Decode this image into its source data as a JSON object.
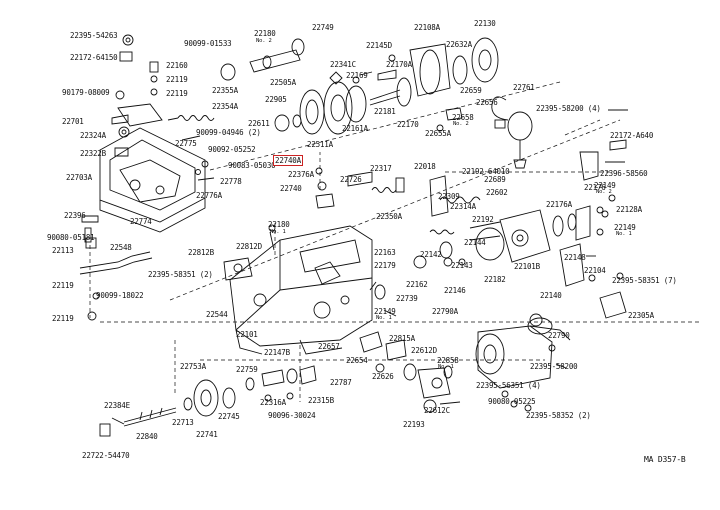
{
  "diagram": {
    "code": "MA D357-B",
    "highlighted": "22740A",
    "labels": [
      {
        "id": "l1",
        "text": "22395-54263"
      },
      {
        "id": "l2",
        "text": "22172-64150"
      },
      {
        "id": "l3",
        "text": "90179-08009"
      },
      {
        "id": "l4",
        "text": "22701"
      },
      {
        "id": "l5",
        "text": "22324A"
      },
      {
        "id": "l6",
        "text": "22322B"
      },
      {
        "id": "l7",
        "text": "22703A"
      },
      {
        "id": "l8",
        "text": "22396"
      },
      {
        "id": "l9",
        "text": "22774"
      },
      {
        "id": "l10",
        "text": "22160"
      },
      {
        "id": "l11",
        "text": "22119"
      },
      {
        "id": "l12",
        "text": "22119"
      },
      {
        "id": "l13",
        "text": "22355A"
      },
      {
        "id": "l14",
        "text": "22354A"
      },
      {
        "id": "l15",
        "text": "90099-01533"
      },
      {
        "id": "l16",
        "text": "22180"
      },
      {
        "id": "l16s",
        "text": "No. 2"
      },
      {
        "id": "l17",
        "text": "22749"
      },
      {
        "id": "l18",
        "text": "90099-04946 (2)"
      },
      {
        "id": "l19",
        "text": "22775"
      },
      {
        "id": "l20",
        "text": "90092-05252"
      },
      {
        "id": "l21",
        "text": "90083-05030"
      },
      {
        "id": "l22",
        "text": "22778"
      },
      {
        "id": "l23",
        "text": "22776A"
      },
      {
        "id": "l24",
        "text": "22505A"
      },
      {
        "id": "l25",
        "text": "22341C"
      },
      {
        "id": "l26",
        "text": "22169"
      },
      {
        "id": "l27",
        "text": "22905"
      },
      {
        "id": "l28",
        "text": "22611"
      },
      {
        "id": "l29",
        "text": "22511A"
      },
      {
        "id": "l30",
        "text": "22161A"
      },
      {
        "id": "l31",
        "text": "22740A"
      },
      {
        "id": "l32",
        "text": "22376A"
      },
      {
        "id": "l33",
        "text": "22740"
      },
      {
        "id": "l34",
        "text": "22317"
      },
      {
        "id": "l35",
        "text": "22726"
      },
      {
        "id": "l36",
        "text": "22145D"
      },
      {
        "id": "l37",
        "text": "22170A"
      },
      {
        "id": "l38",
        "text": "22108A"
      },
      {
        "id": "l39",
        "text": "22632A"
      },
      {
        "id": "l40",
        "text": "22130"
      },
      {
        "id": "l41",
        "text": "22659"
      },
      {
        "id": "l42",
        "text": "22181"
      },
      {
        "id": "l43",
        "text": "22170"
      },
      {
        "id": "l44",
        "text": "22655A"
      },
      {
        "id": "l45",
        "text": "22656"
      },
      {
        "id": "l46",
        "text": "22761"
      },
      {
        "id": "l47",
        "text": "22395-58200 (4)"
      },
      {
        "id": "l48",
        "text": "22172-A640"
      },
      {
        "id": "l49",
        "text": "22658"
      },
      {
        "id": "l49s",
        "text": "No. 2"
      },
      {
        "id": "l50",
        "text": "22018"
      },
      {
        "id": "l51",
        "text": "22192-64010"
      },
      {
        "id": "l52",
        "text": "22689"
      },
      {
        "id": "l53",
        "text": "22602"
      },
      {
        "id": "l54",
        "text": "22314A"
      },
      {
        "id": "l55",
        "text": "22350A"
      },
      {
        "id": "l56",
        "text": "22309"
      },
      {
        "id": "l57",
        "text": "22192"
      },
      {
        "id": "l58",
        "text": "22176A"
      },
      {
        "id": "l59",
        "text": "22176"
      },
      {
        "id": "l60",
        "text": "22149"
      },
      {
        "id": "l60s",
        "text": "No. 2"
      },
      {
        "id": "l61",
        "text": "22396-58560"
      },
      {
        "id": "l62",
        "text": "22128A"
      },
      {
        "id": "l63",
        "text": "22149"
      },
      {
        "id": "l63s",
        "text": "No. 1"
      },
      {
        "id": "l64",
        "text": "90080-05181"
      },
      {
        "id": "l65",
        "text": "22113"
      },
      {
        "id": "l66",
        "text": "22548"
      },
      {
        "id": "l67",
        "text": "22119"
      },
      {
        "id": "l68",
        "text": "90099-18022"
      },
      {
        "id": "l69",
        "text": "22119"
      },
      {
        "id": "l70",
        "text": "22180"
      },
      {
        "id": "l70s",
        "text": "No. 1"
      },
      {
        "id": "l71",
        "text": "22812B"
      },
      {
        "id": "l72",
        "text": "22812D"
      },
      {
        "id": "l73",
        "text": "22395-58351 (2)"
      },
      {
        "id": "l74",
        "text": "22144"
      },
      {
        "id": "l75",
        "text": "22163"
      },
      {
        "id": "l76",
        "text": "22179"
      },
      {
        "id": "l77",
        "text": "22142"
      },
      {
        "id": "l78",
        "text": "22143"
      },
      {
        "id": "l79",
        "text": "22101B"
      },
      {
        "id": "l80",
        "text": "22146"
      },
      {
        "id": "l81",
        "text": "22182"
      },
      {
        "id": "l82",
        "text": "22162"
      },
      {
        "id": "l83",
        "text": "22148"
      },
      {
        "id": "l84",
        "text": "22104"
      },
      {
        "id": "l85",
        "text": "22140"
      },
      {
        "id": "l86",
        "text": "22395-58351 (7)"
      },
      {
        "id": "l87",
        "text": "22305A"
      },
      {
        "id": "l88",
        "text": "22739"
      },
      {
        "id": "l89",
        "text": "22544"
      },
      {
        "id": "l90",
        "text": "22101"
      },
      {
        "id": "l91",
        "text": "22149"
      },
      {
        "id": "l91s",
        "text": "No. 1"
      },
      {
        "id": "l92",
        "text": "22790A"
      },
      {
        "id": "l93",
        "text": "22790"
      },
      {
        "id": "l94",
        "text": "22657"
      },
      {
        "id": "l95",
        "text": "22815A"
      },
      {
        "id": "l96",
        "text": "22612D"
      },
      {
        "id": "l97",
        "text": "22654"
      },
      {
        "id": "l98",
        "text": "22626"
      },
      {
        "id": "l99",
        "text": "22858"
      },
      {
        "id": "l99s",
        "text": "No. 1"
      },
      {
        "id": "l100",
        "text": "22395-58200"
      },
      {
        "id": "l101",
        "text": "22147B"
      },
      {
        "id": "l102",
        "text": "22753A"
      },
      {
        "id": "l103",
        "text": "22759"
      },
      {
        "id": "l104",
        "text": "22787"
      },
      {
        "id": "l105",
        "text": "22316A"
      },
      {
        "id": "l106",
        "text": "22315B"
      },
      {
        "id": "l107",
        "text": "90096-30024"
      },
      {
        "id": "l108",
        "text": "22395-56351 (4)"
      },
      {
        "id": "l109",
        "text": "90080-05225"
      },
      {
        "id": "l110",
        "text": "22395-58352 (2)"
      },
      {
        "id": "l111",
        "text": "22612C"
      },
      {
        "id": "l112",
        "text": "22193"
      },
      {
        "id": "l113",
        "text": "22384E"
      },
      {
        "id": "l114",
        "text": "22713"
      },
      {
        "id": "l115",
        "text": "22745"
      },
      {
        "id": "l116",
        "text": "22741"
      },
      {
        "id": "l117",
        "text": "22840"
      },
      {
        "id": "l118",
        "text": "22722-54470"
      }
    ]
  }
}
